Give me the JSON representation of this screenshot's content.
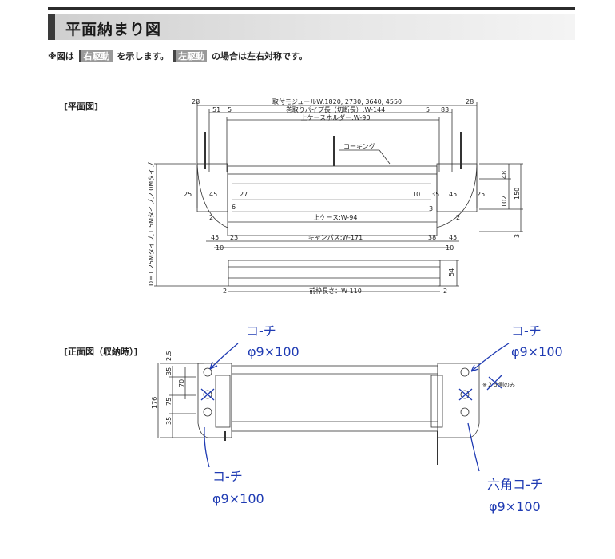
{
  "header": {
    "title": "平面納まり図"
  },
  "note": {
    "prefix": "※図は",
    "right_tag": "右駆動",
    "middle": "を示します。",
    "left_tag": "左駆動",
    "suffix": "の場合は左右対称です。"
  },
  "plan": {
    "label": "[平面図]",
    "top_dims": {
      "module": "取付モジュールW:1820, 2730, 3640, 4550",
      "pipe": "巻取りパイプ長（切断長）:W-144",
      "holder": "上ケースホルダー:W-90",
      "left_28": "28",
      "right_28": "28",
      "left_51": "51",
      "left_5": "5",
      "right_5": "5",
      "right_83": "83"
    },
    "caulking": "コーキング",
    "left_dims": {
      "d25": "25",
      "d45": "45",
      "d27": "27",
      "d6": "6",
      "d2": "2",
      "b45": "45",
      "b23": "23",
      "b10": "10"
    },
    "right_dims": {
      "d10": "10",
      "d35": "35",
      "d45": "45",
      "d25": "25",
      "d3": "3",
      "d2": "2",
      "b38": "38",
      "b45": "45",
      "b10": "10"
    },
    "upper_case": "上ケース:W-94",
    "canvas": "キャンバス:W-171",
    "front_frame": "前枠長さ：W-110",
    "frame_left_2": "2",
    "frame_right_2": "2",
    "depth_label": "D＝1.25Mタイプ,1.5Mタイプ,2.0Mタイプ",
    "vdims": {
      "v48": "48",
      "v102": "102",
      "v150": "150",
      "v3": "3",
      "v54": "54"
    }
  },
  "front": {
    "label": "[正面図（収納時）]",
    "vdims": {
      "v2_5": "2.5",
      "v35a": "35",
      "v70": "70",
      "v75": "75",
      "v35b": "35",
      "v176": "176"
    },
    "note_right": "※２５側のみ"
  },
  "handwriting": {
    "top_left": {
      "line1": "コ-チ",
      "line2": "φ9×100"
    },
    "top_right": {
      "line1": "コ-チ",
      "line2": "φ9×100"
    },
    "bottom_left": {
      "line1": "コ-チ",
      "line2": "φ9×100"
    },
    "bottom_right": {
      "line1": "六角コ-チ",
      "line2": "φ9×100"
    }
  }
}
